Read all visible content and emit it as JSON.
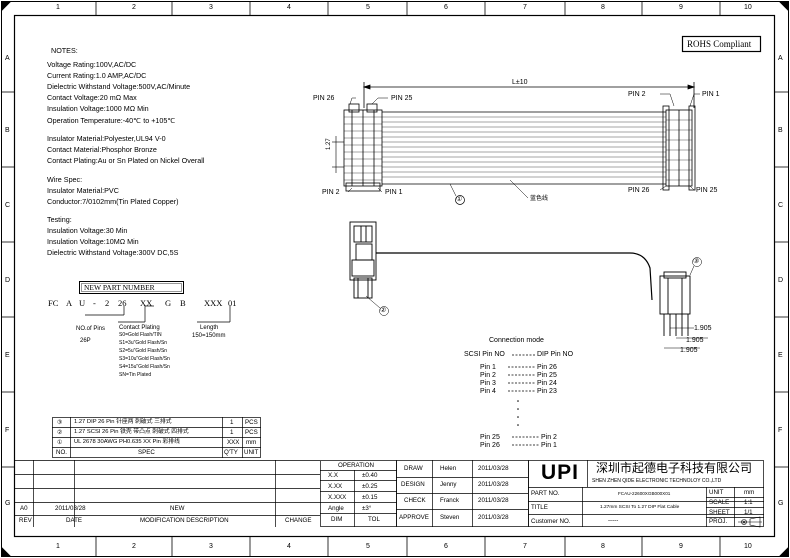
{
  "frame": {
    "col_labels": [
      "1",
      "2",
      "3",
      "4",
      "5",
      "6",
      "7",
      "8",
      "9",
      "10"
    ],
    "row_labels": [
      "A",
      "B",
      "C",
      "D",
      "E",
      "F",
      "G"
    ]
  },
  "rohs": "ROHS Compliant",
  "notes": {
    "title": "NOTES:",
    "group1": [
      "Voltage Rating:100V,AC/DC",
      "Current Rating:1.0 AMP,AC/DC",
      "Dielectric Withstand Voltage:500V,AC/Minute",
      "Contact Voltage:20 mΩ Max",
      "Insulation Voltage:1000 MΩ Min",
      "Operation Temperature:-40℃ to +105℃"
    ],
    "group2": [
      "Insulator Material:Polyester,UL94 V-0",
      "Contact Material:Phosphor Bronze",
      "Contact Plating:Au or Sn Plated on Nickel Overall"
    ],
    "group3": [
      "Wire Spec:",
      "Insulator Material:PVC",
      "Conductor:7/0102mm(Tin Plated Copper)"
    ],
    "group4": [
      "Testing:",
      "Insulation Voltage:30 Min",
      "Insulation Voltage:10MΩ Min",
      "Dielectric Withstand Voltage:300V DC,5S"
    ]
  },
  "part_number": {
    "heading": "NEW PART NUMBER",
    "code": [
      "FC",
      "A",
      "U",
      "-",
      "2",
      "26",
      "XX",
      "G",
      "B",
      "XXX",
      "01"
    ],
    "no_pins_label": "NO.of Pins",
    "no_pins_value": "26P",
    "contact_plating_label": "Contact Plating",
    "contact_plating_options": [
      "S0=Gold Flash/TIN",
      "S1=3u\"Gold Flash/Sn",
      "S2=5u\"Gold Flash/Sn",
      "S3=10u\"Gold Flash/Sn",
      "S4=15u\"Gold Flash/Sn",
      "SN=Tin Plated"
    ],
    "length_label": "Length",
    "length_value": "150=150mm"
  },
  "drawing": {
    "dim_length": "L±10",
    "dim_pitch": "1.27",
    "left_pins": [
      "PIN 26",
      "PIN 25",
      "PIN 2",
      "PIN 1"
    ],
    "right_pins": [
      "PIN 2",
      "PIN 1",
      "PIN 26",
      "PIN 25"
    ],
    "callout_1": "①",
    "callout_2": "②",
    "callout_3": "③",
    "wire_note": "蓝色线",
    "dims_right": [
      "1.905",
      "1.905",
      "1.905"
    ]
  },
  "connection": {
    "title": "Connection mode",
    "header_left": "SCSI Pin NO",
    "header_right": "DIP Pin NO",
    "rows": [
      {
        "left": "Pin 1",
        "right": "Pin 26"
      },
      {
        "left": "Pin 2",
        "right": "Pin 25"
      },
      {
        "left": "Pin 3",
        "right": "Pin 24"
      },
      {
        "left": "Pin 4",
        "right": "Pin 23"
      }
    ],
    "tail": [
      {
        "left": "Pin 25",
        "right": "Pin 2"
      },
      {
        "left": "Pin 26",
        "right": "Pin 1"
      }
    ]
  },
  "bom": {
    "rows": [
      {
        "no": "③",
        "spec": "1.27 DIP  26 Pin 针座两 刺破式 三排式",
        "qty": "1",
        "unit": "PCS"
      },
      {
        "no": "②",
        "spec": "1.27 SCSI 26 Pin 铁壳 带凸点 刺破式 四排式",
        "qty": "1",
        "unit": "PCS"
      },
      {
        "no": "①",
        "spec": "UL 2678 30AWG PH0.635 XX Pin  彩排线",
        "qty": "XXX",
        "unit": "mm"
      }
    ],
    "header": {
      "no": "NO.",
      "spec": "SPEC",
      "qty": "Q'TY",
      "unit": "UNIT"
    }
  },
  "title_block": {
    "operation": "OPERATION",
    "tolerances": [
      {
        "dim": "X.X",
        "tol": "±0.40"
      },
      {
        "dim": "X.XX",
        "tol": "±0.25"
      },
      {
        "dim": "X.XXX",
        "tol": "±0.15"
      },
      {
        "dim": "Angle",
        "tol": "±3°"
      }
    ],
    "dim_label": "DIM",
    "tol_label": "TOL",
    "roles": [
      {
        "role": "DRAW",
        "name": "Helen",
        "date": "2011/03/28"
      },
      {
        "role": "DESIGN",
        "name": "Jenny",
        "date": "2011/03/28"
      },
      {
        "role": "CHECK",
        "name": "Franck",
        "date": "2011/03/28"
      },
      {
        "role": "APPROVE",
        "name": "Steven",
        "date": "2011/03/28"
      }
    ],
    "logo": "UPI",
    "company_cn": "深圳市起德电子科技有限公司",
    "company_en": "SHEN ZHEN QIDE ELECTRONIC TECHNOLOY CO.,LTD",
    "part_no_label": "PART NO.",
    "part_no_value": "FCAU-22600XGB000X01",
    "title_label": "TITLE",
    "title_value": "1.27mm SCSI To 1.27 DIP Flat Cable",
    "customer_label": "Customer NO.",
    "customer_value": "-----",
    "unit_label": "UNIT",
    "unit_value": "mm",
    "scale_label": "SCALE",
    "scale_value": "1:1",
    "sheet_label": "SHEET",
    "sheet_value": "1/1",
    "proj_label": "PROJ."
  },
  "revision": {
    "row": {
      "rev": "A0",
      "date": "2011/03/28",
      "desc": "NEW"
    },
    "header": {
      "rev": "REV",
      "date": "DATE",
      "desc": "MODIFICATION DESCRIPTION",
      "change": "CHANGE"
    }
  }
}
